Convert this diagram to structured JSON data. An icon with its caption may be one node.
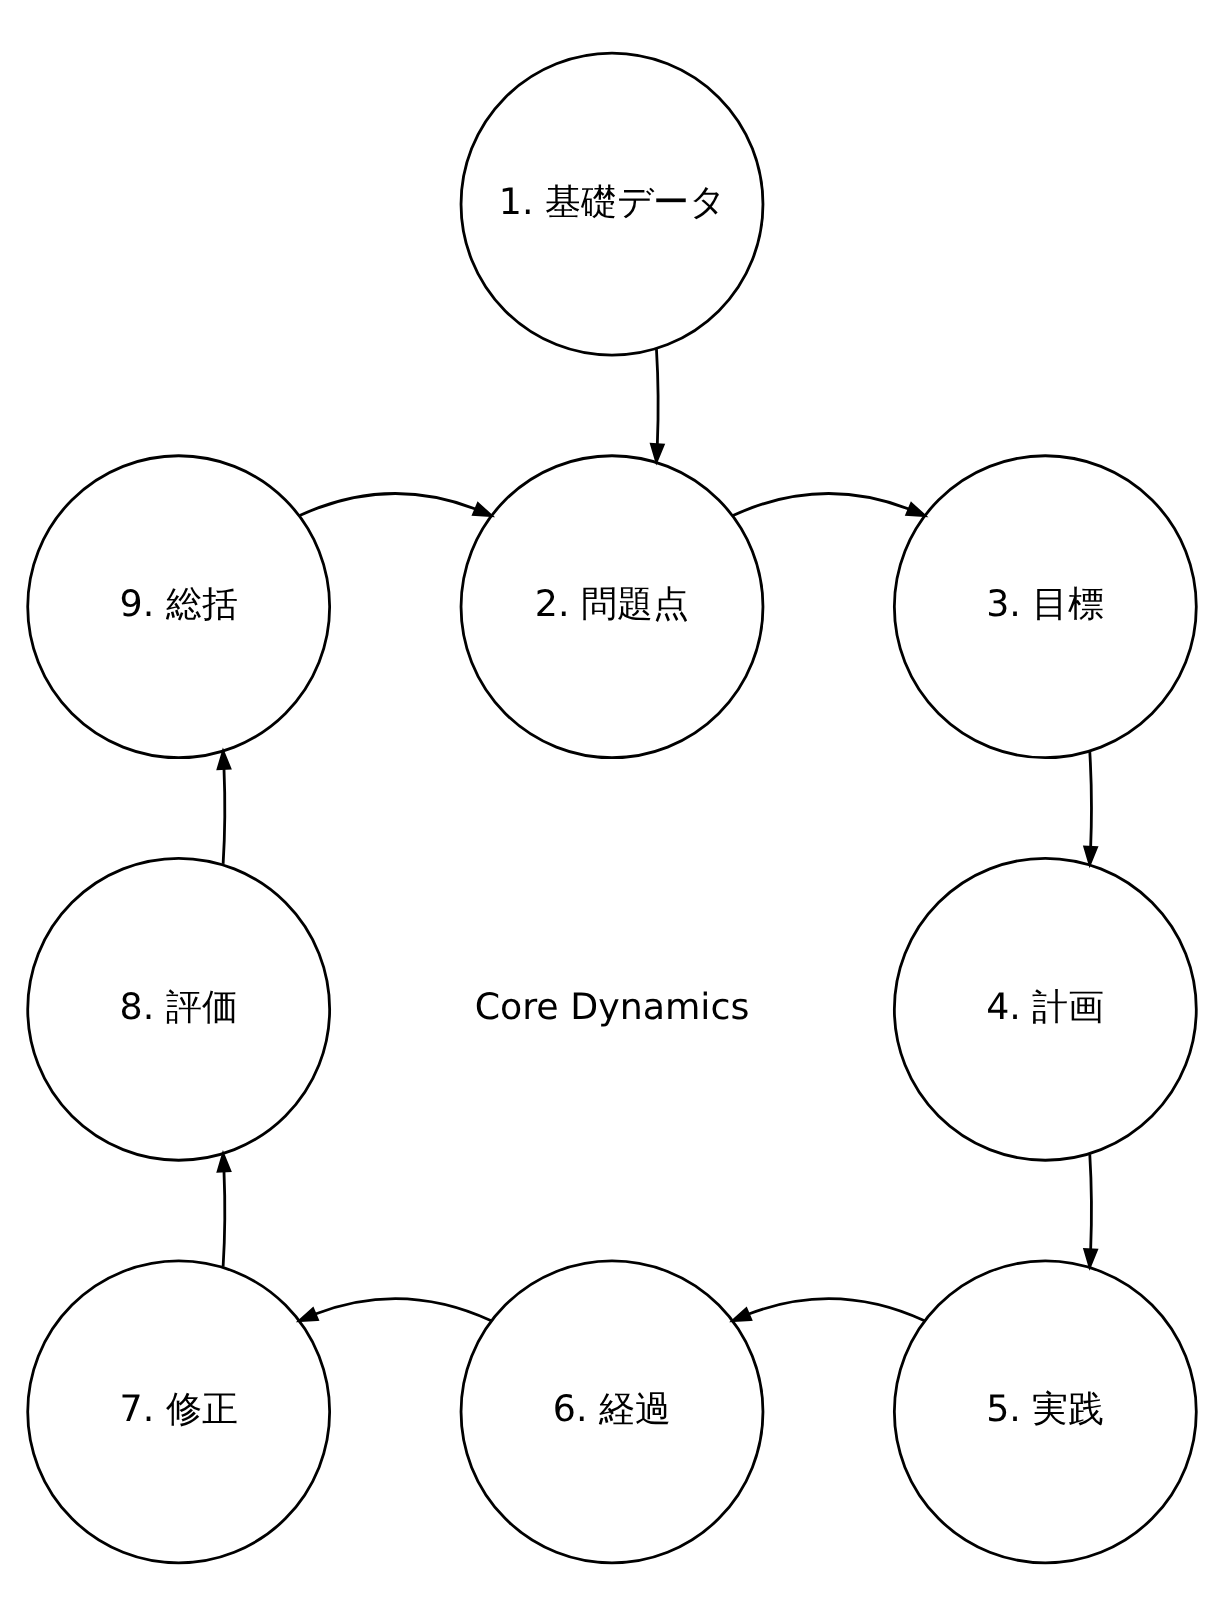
{
  "diagram": {
    "nodes": [
      {
        "text": [
          "1. 基礎データ"
        ]
      },
      {
        "text": [
          "2. 問題点"
        ]
      },
      {
        "text": [
          "3. 目標"
        ]
      },
      {
        "text": [
          "4. 計画"
        ]
      },
      {
        "text": [
          "5. 実践"
        ]
      },
      {
        "text": [
          "6. 経過"
        ]
      },
      {
        "text": [
          "7. 修正"
        ]
      },
      {
        "text": [
          "8. 評価"
        ]
      },
      {
        "text": [
          "9. 総括"
        ]
      }
    ],
    "edges": [
      {
        "from": 0,
        "to": 1,
        "arrow": "to"
      },
      {
        "from": 8,
        "to": 1,
        "arrow": "to"
      },
      {
        "from": 1,
        "to": 2,
        "arrow": "to"
      },
      {
        "from": 2,
        "to": 3,
        "arrow": "to"
      },
      {
        "from": 3,
        "to": 4,
        "arrow": "to"
      },
      {
        "from": 4,
        "to": 5,
        "arrow": "to"
      },
      {
        "from": 5,
        "to": 6,
        "arrow": "to"
      },
      {
        "from": 6,
        "to": 7,
        "arrow": "to"
      },
      {
        "from": 7,
        "to": 8,
        "arrow": "to"
      }
    ],
    "labels": [
      "Core Dynamics"
    ]
  }
}
